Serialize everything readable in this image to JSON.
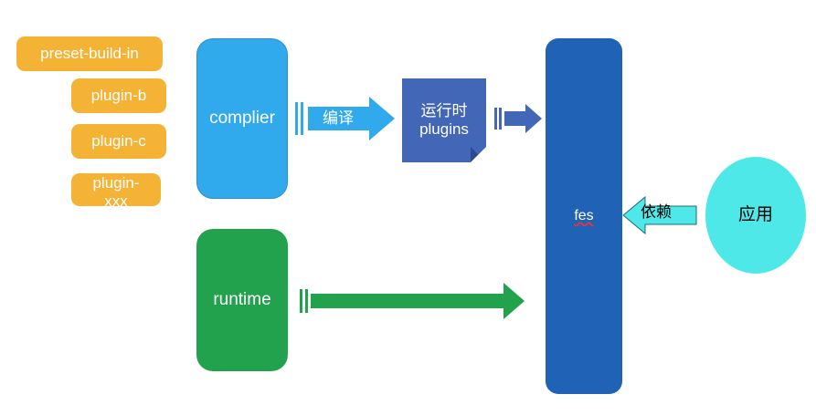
{
  "diagram": {
    "title": "fes compiler / runtime architecture",
    "background": "#ffffff",
    "nodes": {
      "preset": {
        "label": "preset-build-in",
        "color": "#F5B335",
        "shape": "rounded-rect"
      },
      "plugin_b": {
        "label": "plugin-b",
        "color": "#F5B335",
        "shape": "rounded-rect"
      },
      "plugin_c": {
        "label": "plugin-c",
        "color": "#F5B335",
        "shape": "rounded-rect"
      },
      "plugin_xxx": {
        "label": "plugin-\nxxx",
        "color": "#F5B335",
        "shape": "rounded-rect"
      },
      "complier": {
        "label": "complier",
        "color": "#31A9ED",
        "shape": "rounded-rect"
      },
      "runtime": {
        "label": "runtime",
        "color": "#23A24D",
        "shape": "rounded-rect"
      },
      "runtime_plugins": {
        "label": "运行时\nplugins",
        "color": "#4267B7",
        "shape": "folded-corner-note"
      },
      "fes": {
        "label": "fes",
        "color": "#2062B5",
        "shape": "rounded-rect",
        "spellcheck_underline": true
      },
      "app": {
        "label": "应用",
        "color": "#4FE8E8",
        "shape": "ellipse",
        "text_color": "#000000"
      }
    },
    "edges": {
      "compile": {
        "label": "编译",
        "color": "#31A9ED",
        "from": "complier",
        "to": "runtime_plugins",
        "direction": "right"
      },
      "plugins_to_fes": {
        "label": "",
        "color": "#4267B7",
        "from": "runtime_plugins",
        "to": "fes",
        "direction": "right"
      },
      "runtime_to_fes": {
        "label": "",
        "color": "#23A24D",
        "from": "runtime",
        "to": "fes",
        "direction": "right"
      },
      "depend": {
        "label": "依赖",
        "color": "#4FE8E8",
        "from": "app",
        "to": "fes",
        "direction": "left"
      }
    }
  }
}
